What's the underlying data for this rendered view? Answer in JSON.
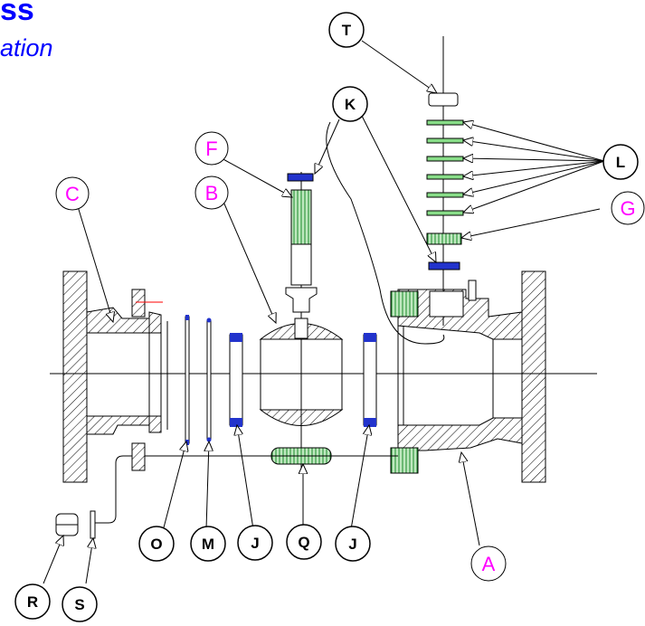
{
  "title": "ss",
  "subtitle": "ation",
  "colors": {
    "title": "#0000ff",
    "line": "#000000",
    "seal": "#2233cc",
    "spring": "#22aa44",
    "magenta_label": "#ff00ff"
  },
  "labels": {
    "T": "T",
    "K": "K",
    "L": "L",
    "F": "F",
    "B": "B",
    "C": "C",
    "G": "G",
    "O": "O",
    "M": "M",
    "J1": "J",
    "Q": "Q",
    "J2": "J",
    "A": "A",
    "R": "R",
    "S": "S"
  }
}
